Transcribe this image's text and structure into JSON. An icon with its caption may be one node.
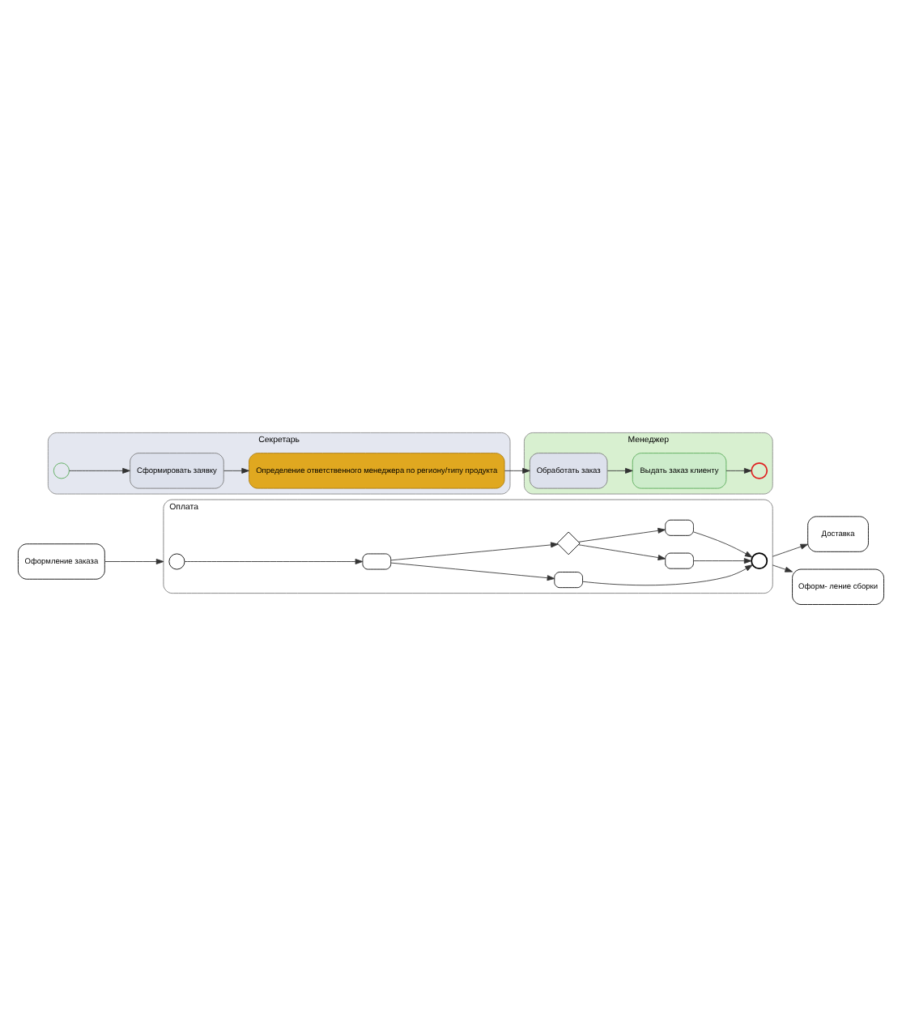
{
  "diagram": {
    "nodes": [
      {
        "text": [
          "Оформление заказа"
        ]
      },
      {
        "text": [
          "Оплата"
        ]
      },
      {
        "text": [],
        "shape": "circle",
        "in": 1
      },
      {
        "text": [],
        "shape": "box",
        "in": 1
      },
      {
        "text": [],
        "shape": "box",
        "in": 1
      },
      {
        "text": [],
        "shape": "diamond",
        "in": 1
      },
      {
        "text": [],
        "shape": "box",
        "in": 1
      },
      {
        "text": [],
        "shape": "box",
        "in": 1
      },
      {
        "text": [],
        "shape": "circle",
        "in": 1
      },
      {
        "text": [
          "Доставка"
        ]
      },
      {
        "text": [
          "Оформ- ление сборки"
        ]
      },
      {
        "text": [
          "Секретарь"
        ]
      },
      {
        "text": [
          "Менеджер"
        ]
      },
      {
        "text": [],
        "shape": "circle",
        "in": 11
      },
      {
        "text": [
          "Сформировать заявку"
        ],
        "in": 11
      },
      {
        "text": [
          "Определение ответственного менеджера по региону/типу продукта"
        ],
        "in": 11
      },
      {
        "text": [
          "Обработать заказ"
        ],
        "in": 12
      },
      {
        "text": [
          "Выдать заказ клиенту"
        ],
        "in": 12
      },
      {
        "text": [],
        "shape": "circle",
        "in": 12
      }
    ],
    "edges": [
      {
        "from": 0,
        "to": 1,
        "arrow": "to"
      },
      {
        "from": 2,
        "to": 3,
        "arrow": "to"
      },
      {
        "from": 3,
        "to": 4,
        "arrow": "to"
      },
      {
        "from": 3,
        "to": 5,
        "arrow": "to"
      },
      {
        "from": 5,
        "to": 6,
        "arrow": "to"
      },
      {
        "from": 5,
        "to": 7,
        "arrow": "to"
      },
      {
        "from": 4,
        "to": 8,
        "arrow": "to"
      },
      {
        "from": 6,
        "to": 8,
        "arrow": "to"
      },
      {
        "from": 7,
        "to": 8,
        "arrow": "to"
      },
      {
        "from": 1,
        "to": 9,
        "arrow": "to"
      },
      {
        "from": 1,
        "to": 10,
        "arrow": "to"
      },
      {
        "from": 13,
        "to": 14,
        "arrow": "to"
      },
      {
        "from": 14,
        "to": 15,
        "arrow": "to"
      },
      {
        "from": 15,
        "to": 16,
        "arrow": "to"
      },
      {
        "from": 16,
        "to": 17,
        "arrow": "to"
      },
      {
        "from": 17,
        "to": 18,
        "arrow": "to"
      }
    ]
  }
}
